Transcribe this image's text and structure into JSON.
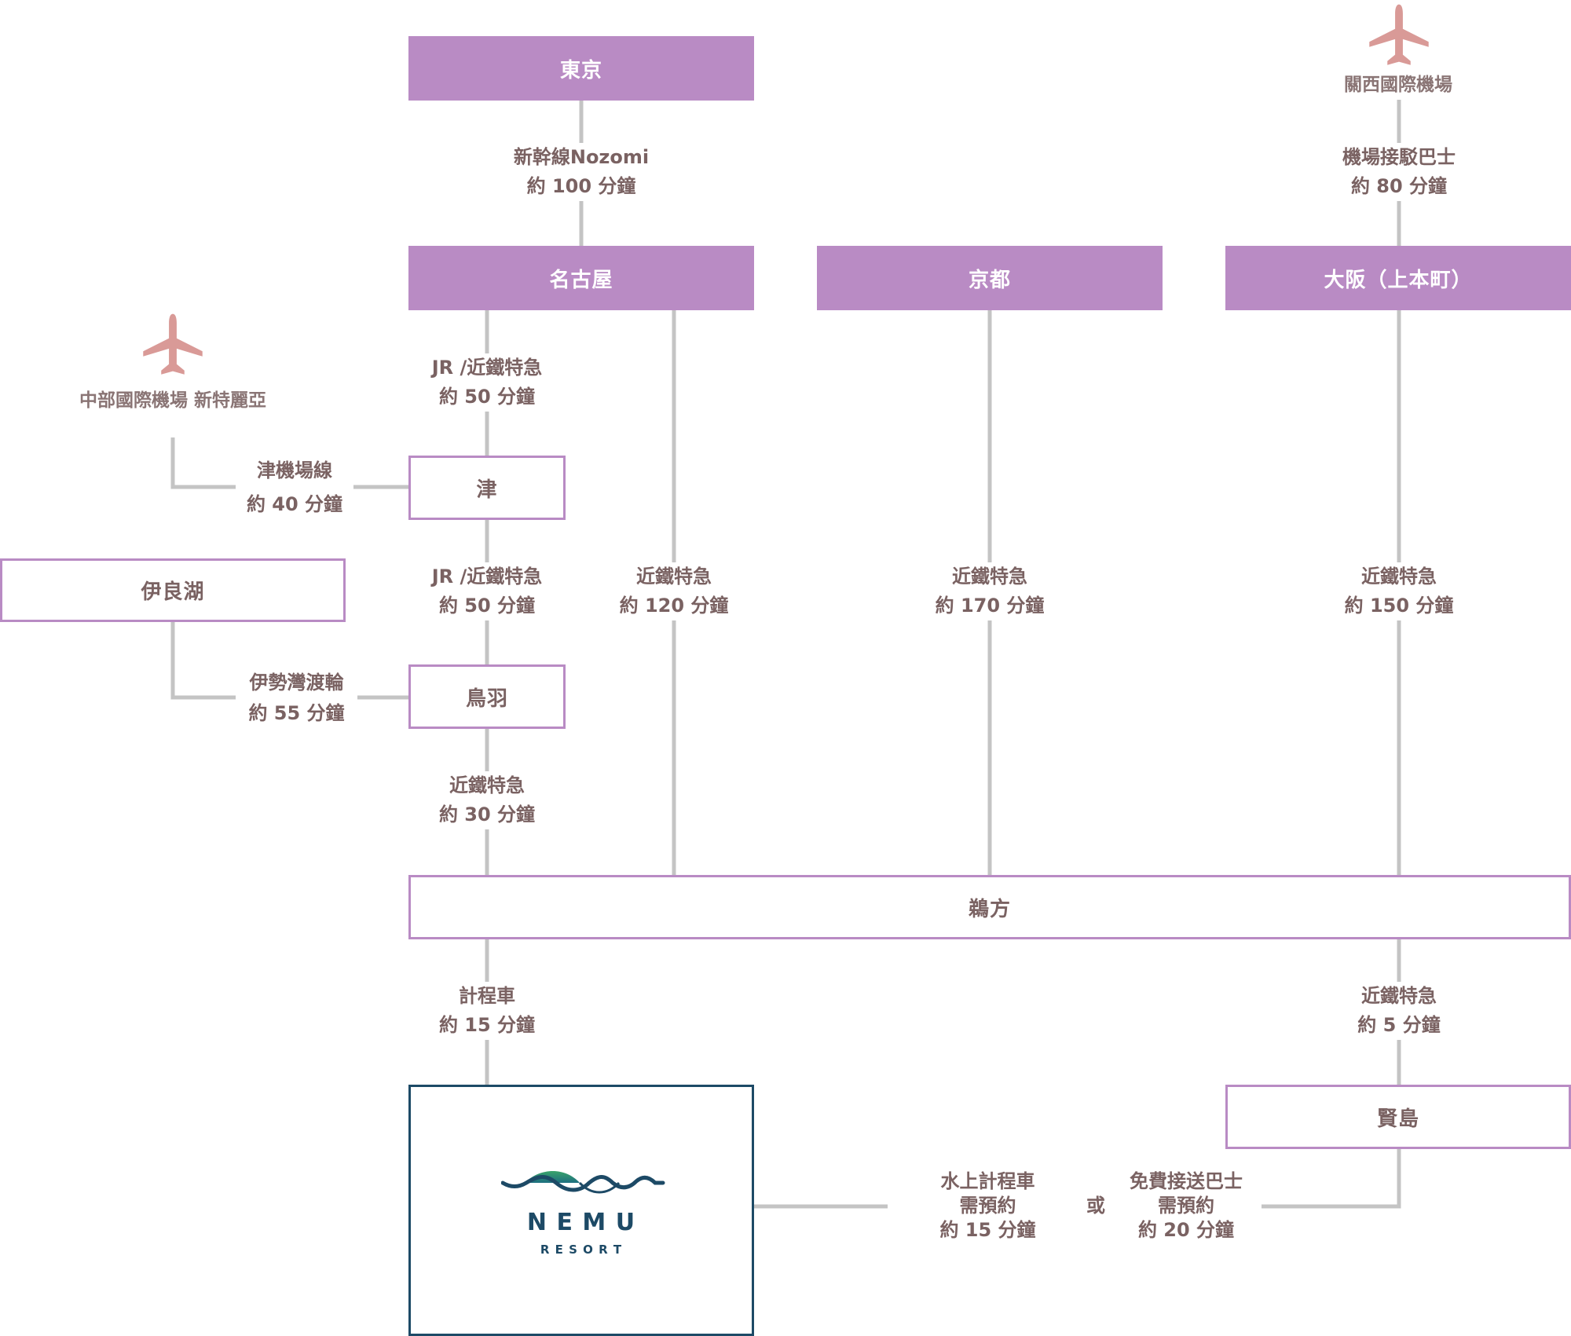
{
  "colors": {
    "box_fill": "#b98bc4",
    "box_border": "#b98bc4",
    "line": "#c4c4c4",
    "text": "#7a6262",
    "plane": "#d99a97",
    "resort_border": "#1d4a66"
  },
  "airports": {
    "kansai": {
      "label": "關西國際機場",
      "icon": "airplane-icon"
    },
    "chubu": {
      "label": "中部國際機場 新特麗亞",
      "icon": "airplane-icon"
    }
  },
  "stations": {
    "tokyo": "東京",
    "nagoya": "名古屋",
    "kyoto": "京都",
    "osaka": "大阪（上本町）",
    "tsu": "津",
    "irago": "伊良湖",
    "toba": "鳥羽",
    "ugata": "鵜方",
    "kashikojima": "賢島"
  },
  "routes": {
    "tokyo_nagoya": {
      "line1": "新幹線Nozomi",
      "line2": "約 100 分鐘"
    },
    "kansai_osaka": {
      "line1": "機場接駁巴士",
      "line2": "約 80 分鐘"
    },
    "nagoya_tsu": {
      "line1": "JR /近鐵特急",
      "line2": "約 50 分鐘"
    },
    "chubu_tsu": {
      "line1": "津機場線",
      "line2": "約 40 分鐘"
    },
    "tsu_toba": {
      "line1": "JR /近鐵特急",
      "line2": "約 50 分鐘"
    },
    "nagoya_ugata": {
      "line1": "近鐵特急",
      "line2": "約 120 分鐘"
    },
    "kyoto_ugata": {
      "line1": "近鐵特急",
      "line2": "約 170 分鐘"
    },
    "osaka_ugata": {
      "line1": "近鐵特急",
      "line2": "約 150 分鐘"
    },
    "irago_toba": {
      "line1": "伊勢灣渡輪",
      "line2": "約 55 分鐘"
    },
    "toba_ugata": {
      "line1": "近鐵特急",
      "line2": "約 30 分鐘"
    },
    "ugata_resort": {
      "line1": "計程車",
      "line2": "約 15 分鐘"
    },
    "ugata_kashikojima": {
      "line1": "近鐵特急",
      "line2": "約 5 分鐘"
    },
    "water_taxi": {
      "line1": "水上計程車",
      "line2": "需預約",
      "line3": "約 15 分鐘"
    },
    "or": "或",
    "shuttle_bus": {
      "line1": "免費接送巴士",
      "line2": "需預約",
      "line3": "約 20 分鐘"
    }
  },
  "resort": {
    "name": "N E M U",
    "sub": "R E S O R T",
    "icon": "nemu-wave-logo"
  }
}
